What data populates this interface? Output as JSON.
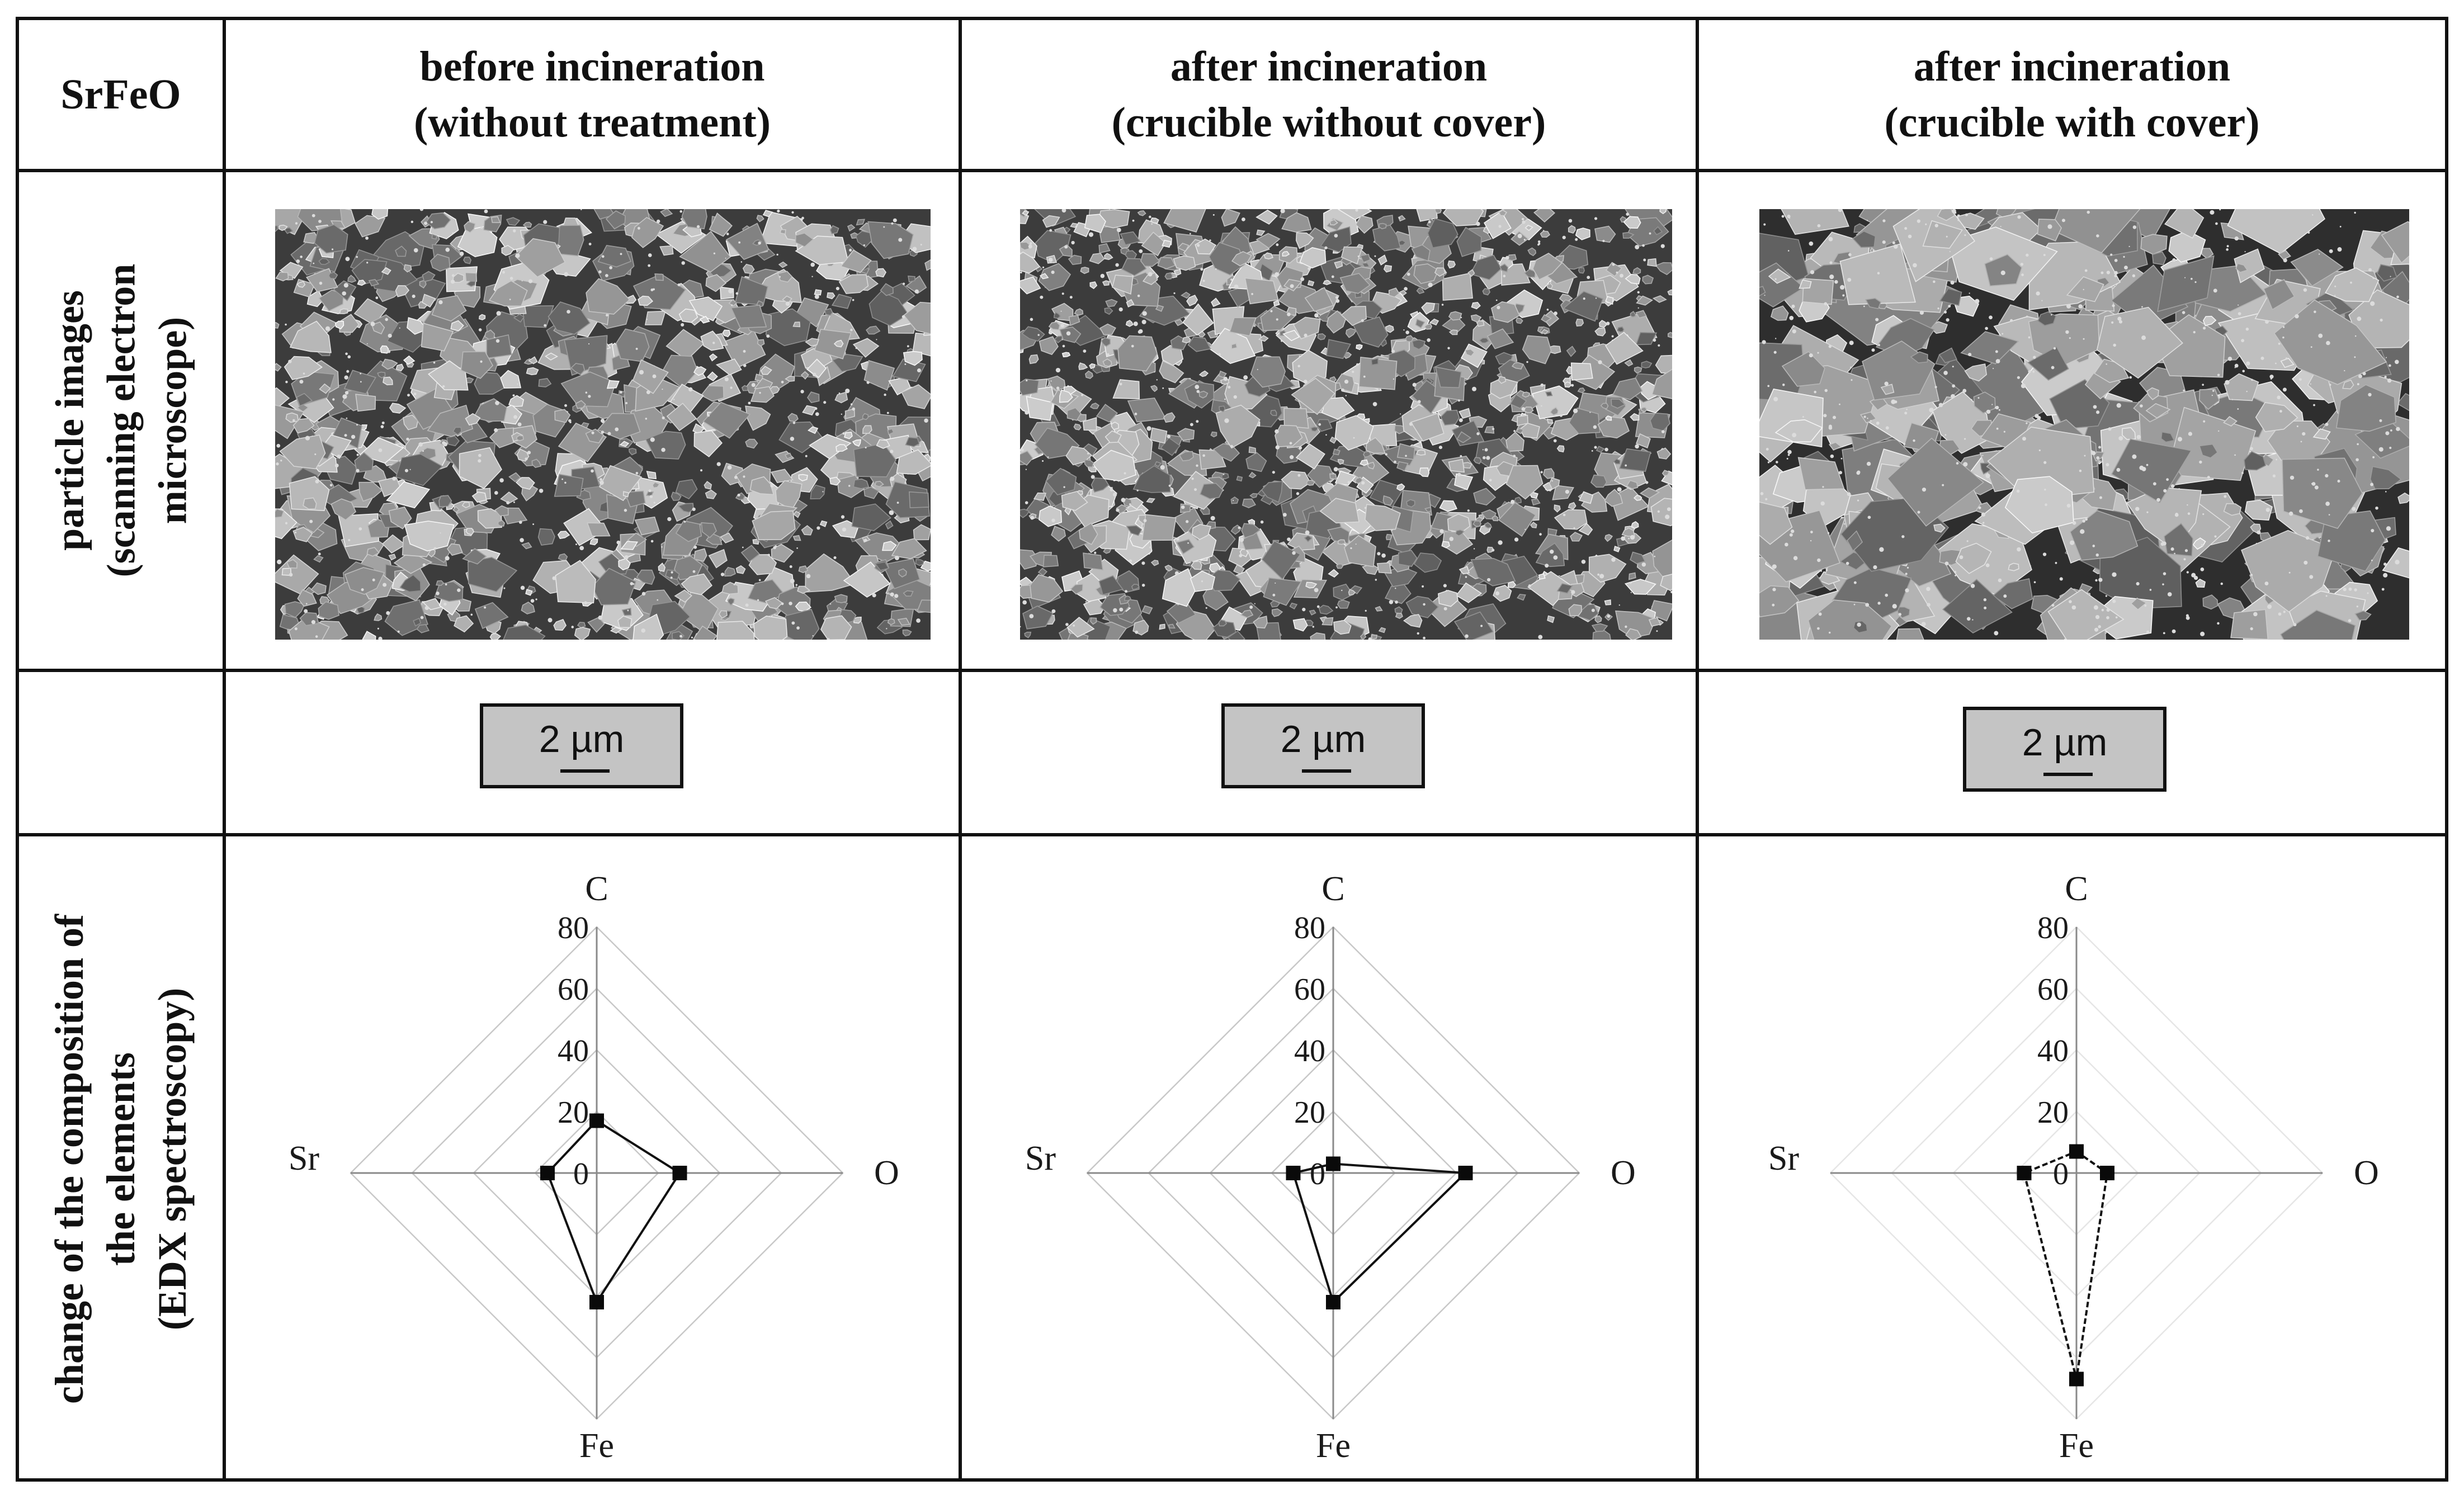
{
  "table": {
    "corner_label": "SrFeO",
    "columns": [
      {
        "line1": "before incineration",
        "line2": "(without treatment)"
      },
      {
        "line1": "after incineration",
        "line2": "(crucible without cover)"
      },
      {
        "line1": "after incineration",
        "line2": "(crucible with cover)"
      }
    ],
    "rows": {
      "sem": {
        "line1": "particle images",
        "line2": "(scanning electron",
        "line3": "microscope)"
      },
      "edx": {
        "line1": "change of the composition of",
        "line2": "the elements",
        "line3": "(EDX spectroscopy)"
      }
    },
    "scale_bar_label": "2 µm"
  },
  "chart_data": [
    {
      "type": "radar",
      "axes": [
        "C",
        "O",
        "Fe",
        "Sr"
      ],
      "ticks": [
        "0",
        "20",
        "40",
        "60",
        "80"
      ],
      "range": [
        0,
        80
      ],
      "grid": true,
      "series": [
        {
          "values": [
            17,
            27,
            42,
            16
          ],
          "line_style": "solid"
        }
      ]
    },
    {
      "type": "radar",
      "axes": [
        "C",
        "O",
        "Fe",
        "Sr"
      ],
      "ticks": [
        "0",
        "20",
        "40",
        "60",
        "80"
      ],
      "range": [
        0,
        80
      ],
      "grid": true,
      "series": [
        {
          "values": [
            3,
            43,
            42,
            13
          ],
          "line_style": "solid"
        }
      ]
    },
    {
      "type": "radar",
      "axes": [
        "C",
        "O",
        "Fe",
        "Sr"
      ],
      "ticks": [
        "0",
        "20",
        "40",
        "60",
        "80"
      ],
      "range": [
        0,
        80
      ],
      "grid": true,
      "series": [
        {
          "values": [
            7,
            10,
            67,
            17
          ],
          "line_style": "dashed"
        }
      ]
    }
  ]
}
